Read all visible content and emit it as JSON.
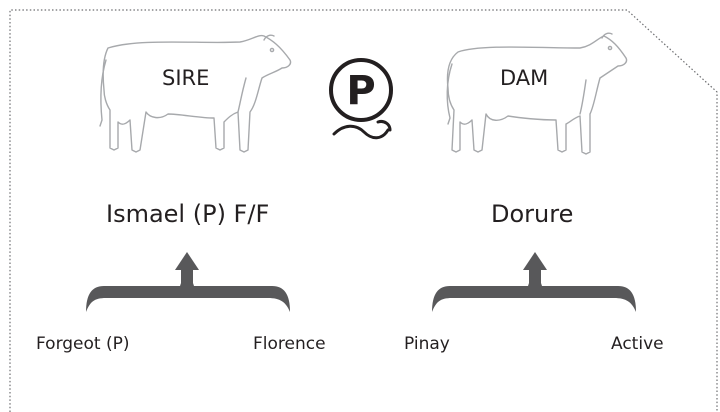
{
  "sire": {
    "label": "SIRE",
    "name": "Ismael (P) F/F",
    "parents": [
      "Forgeot (P)",
      "Florence"
    ]
  },
  "dam": {
    "label": "DAM",
    "name": "Dorure",
    "parents": [
      "Pinay",
      "Active"
    ]
  },
  "poll_symbol": {
    "icon": "polled-p-icon",
    "letter": "P"
  },
  "colors": {
    "bracket": "#58585a",
    "outline": "#a7a9ac",
    "text": "#231f20",
    "border": "#6d6e71"
  }
}
